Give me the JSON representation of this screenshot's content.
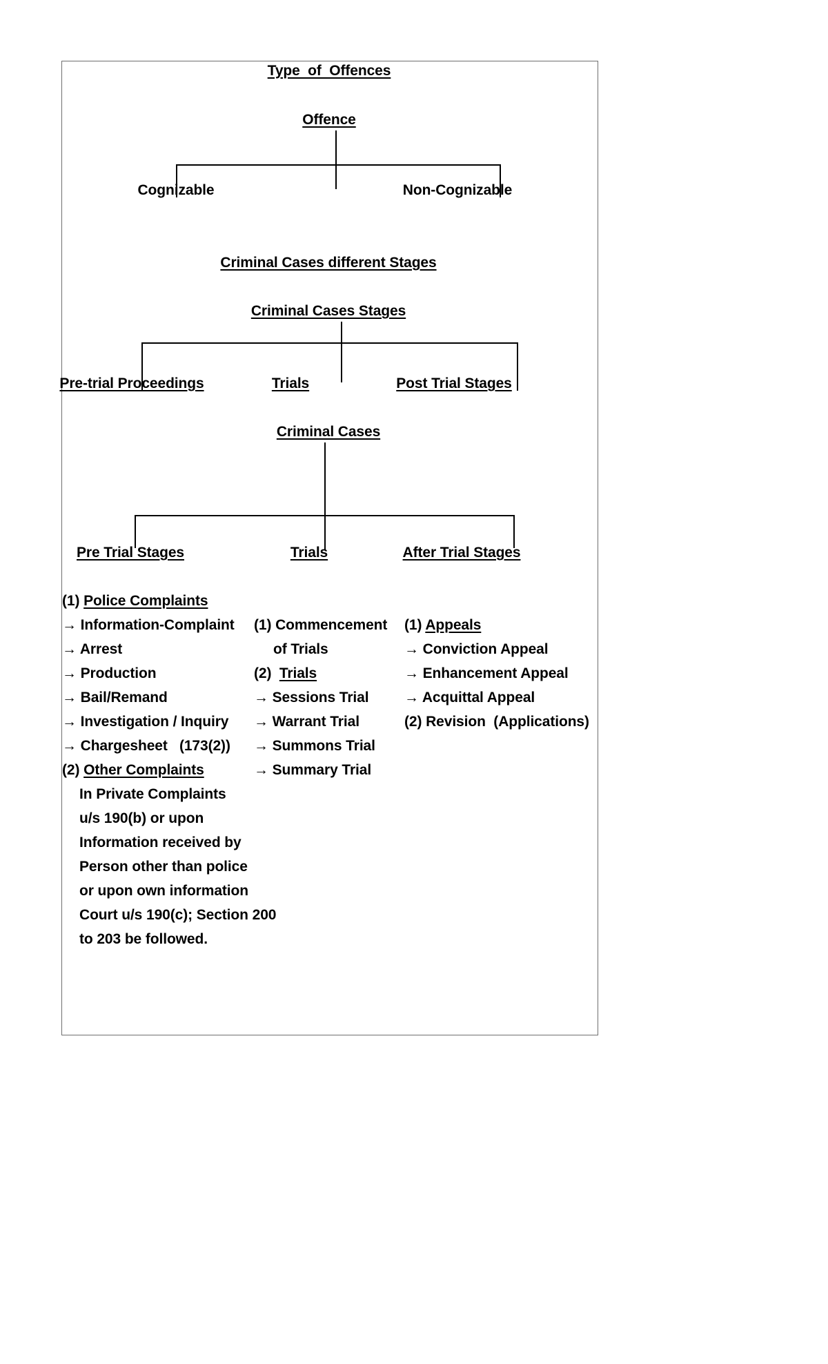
{
  "document": {
    "title": "Type  of  Offences"
  },
  "tree_offence": {
    "root": "Offence",
    "children": [
      {
        "label": "Cognizable"
      },
      {
        "label": "Non-Cognizable"
      }
    ]
  },
  "section_stages": {
    "heading": "Criminal Cases different Stages",
    "root": "Criminal Cases Stages",
    "children": [
      {
        "label": "Pre-trial Proceedings"
      },
      {
        "label": "Trials"
      },
      {
        "label": "Post Trial Stages"
      }
    ]
  },
  "section_cases": {
    "root": "Criminal Cases",
    "children": [
      {
        "label": "Pre Trial Stages"
      },
      {
        "label": "Trials"
      },
      {
        "label": "After Trial Stages"
      }
    ]
  },
  "columns": {
    "pre_trial": {
      "items": [
        {
          "text": "(1) Police Complaints",
          "style": "numbered-underline"
        },
        {
          "text": "→ Information-Complaint",
          "style": "arrow"
        },
        {
          "text": "→ Arrest",
          "style": "arrow"
        },
        {
          "text": "→ Production",
          "style": "arrow"
        },
        {
          "text": "→ Bail/Remand",
          "style": "arrow"
        },
        {
          "text": "→ Investigation / Inquiry",
          "style": "arrow"
        },
        {
          "text": "→ Chargesheet   (173(2))",
          "style": "arrow"
        },
        {
          "text": "(2) Other Complaints",
          "style": "numbered-underline"
        },
        {
          "text": "In Private Complaints",
          "style": "indent"
        },
        {
          "text": "u/s 190(b) or upon",
          "style": "indent"
        },
        {
          "text": "Information received by",
          "style": "indent"
        },
        {
          "text": "Person other than police",
          "style": "indent"
        },
        {
          "text": "or upon own information",
          "style": "indent"
        },
        {
          "text": "Court u/s 190(c); Section 200",
          "style": "indent"
        },
        {
          "text": "to 203 be followed.",
          "style": "indent"
        }
      ]
    },
    "trials": {
      "items": [
        {
          "text": "(1) Commencement",
          "style": "plain"
        },
        {
          "text": "of Trials",
          "style": "indent"
        },
        {
          "text": "(2)  Trials",
          "style": "numbered-underline"
        },
        {
          "text": "→ Sessions Trial",
          "style": "arrow"
        },
        {
          "text": "→ Warrant Trial",
          "style": "arrow"
        },
        {
          "text": "→ Summons Trial",
          "style": "arrow"
        },
        {
          "text": "→ Summary Trial",
          "style": "arrow"
        }
      ]
    },
    "after_trial": {
      "items": [
        {
          "text": "(1) Appeals",
          "style": "numbered-underline"
        },
        {
          "text": "→ Conviction Appeal",
          "style": "arrow"
        },
        {
          "text": "→ Enhancement Appeal",
          "style": "arrow"
        },
        {
          "text": "→ Acquittal Appeal",
          "style": "arrow"
        },
        {
          "text": "(2) Revision  (Applications)",
          "style": "plain"
        }
      ]
    }
  },
  "colors": {
    "ink": "#000000",
    "frame": "#6e6e6e",
    "background": "#ffffff"
  }
}
